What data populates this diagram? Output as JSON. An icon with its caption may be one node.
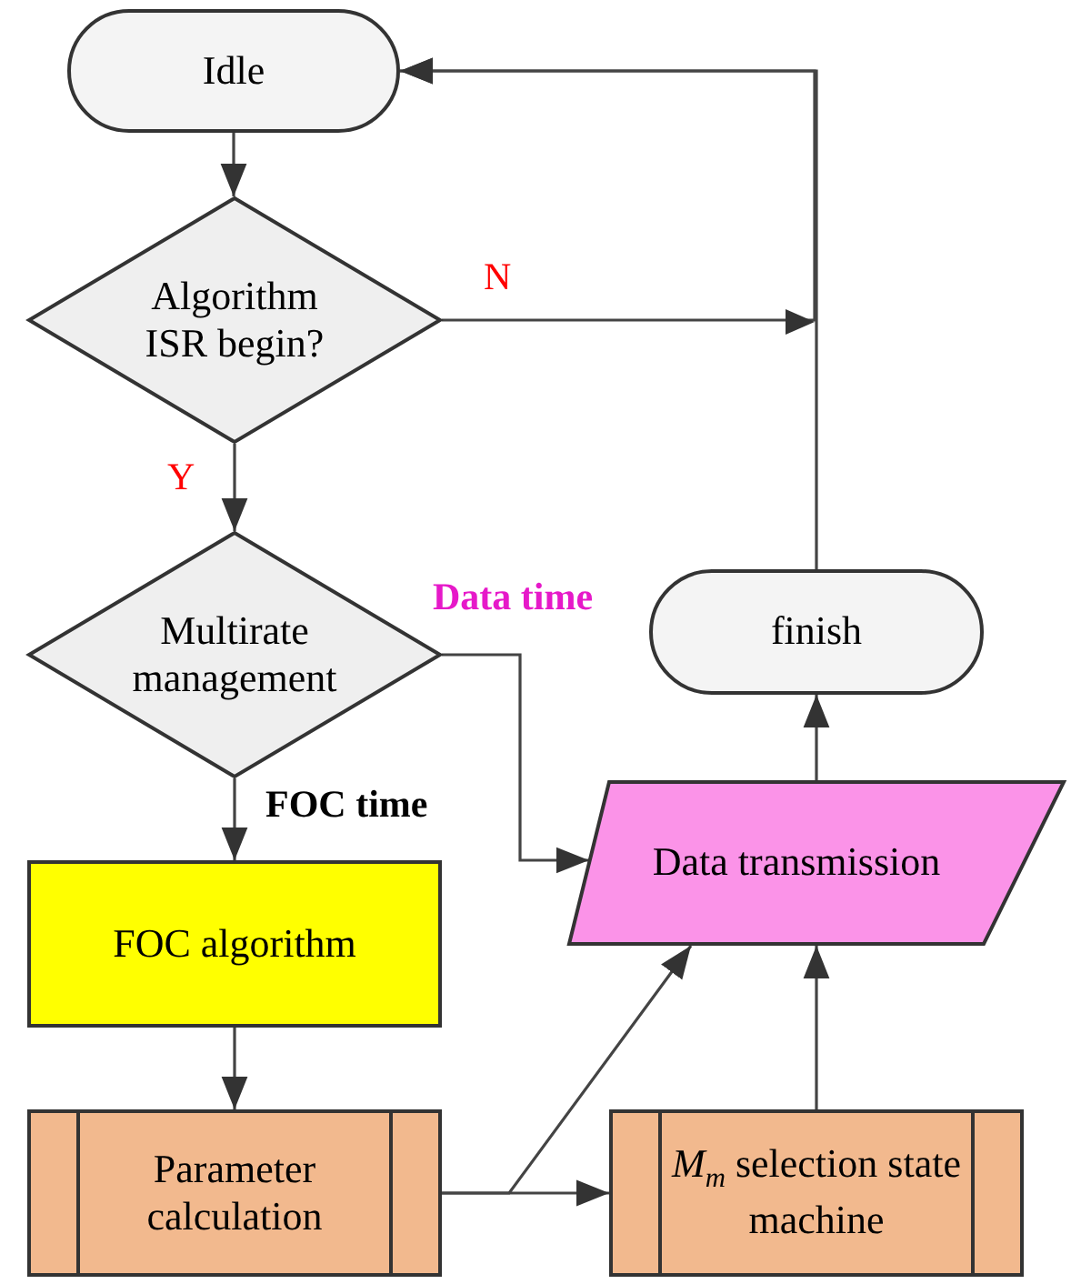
{
  "diagram": {
    "nodes": [
      {
        "text": [
          "Idle"
        ]
      },
      {
        "text": [
          "Algorithm ISR begin?"
        ]
      },
      {
        "text": [
          "Multirate management"
        ]
      },
      {
        "text": [
          "FOC algorithm"
        ]
      },
      {
        "text": [
          "Parameter calculation"
        ]
      },
      {
        "text": [
          "Data transmission"
        ]
      },
      {
        "text": [
          "finish"
        ]
      },
      {
        "text": [
          "*M*$_{m}$ selection state machine"
        ]
      }
    ],
    "edges": [
      {
        "from": 0,
        "to": 1,
        "arrow": "to"
      },
      {
        "from": 1,
        "to": 2,
        "arrow": "to",
        "label": "Y"
      },
      {
        "from": 1,
        "to": 0,
        "arrow": "to",
        "label": "N"
      },
      {
        "from": 6,
        "to": 0,
        "arrow": "to"
      },
      {
        "from": 2,
        "to": 3,
        "arrow": "to",
        "label": "FOC time"
      },
      {
        "from": 2,
        "to": 5,
        "arrow": "to",
        "label": "Data time"
      },
      {
        "from": 3,
        "to": 4,
        "arrow": "to"
      },
      {
        "from": 4,
        "to": 7,
        "arrow": "to"
      },
      {
        "from": 4,
        "to": 5,
        "arrow": "to"
      },
      {
        "from": 7,
        "to": 5,
        "arrow": "to"
      },
      {
        "from": 5,
        "to": 6,
        "arrow": "to"
      }
    ]
  }
}
